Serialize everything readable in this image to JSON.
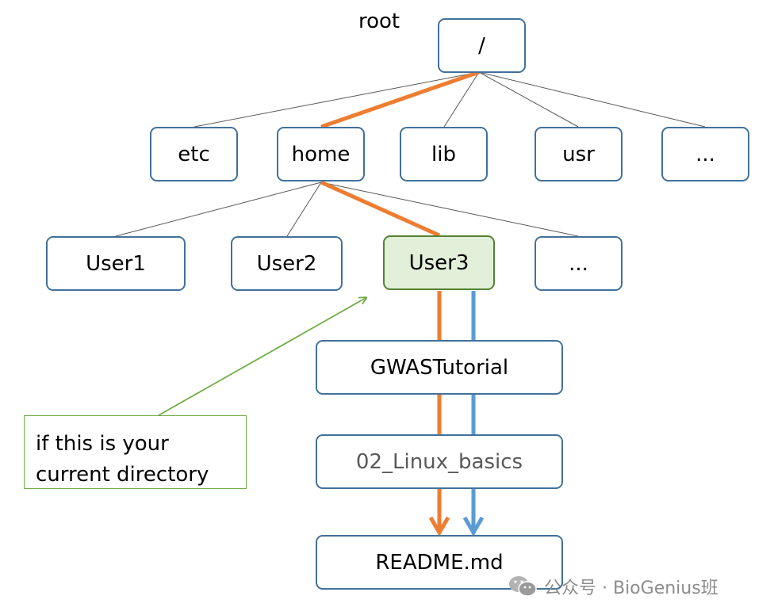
{
  "diagram": {
    "root_label": "root",
    "root_node": "/",
    "level1": [
      "etc",
      "home",
      "lib",
      "usr",
      "..."
    ],
    "level2": [
      "User1",
      "User2",
      "User3",
      "..."
    ],
    "chain": [
      "GWASTutorial",
      "02_Linux_basics",
      "README.md"
    ],
    "callout_lines": [
      "if this is your",
      "current directory"
    ],
    "colors": {
      "node_border": "#41719c",
      "current_fill": "#e2efd9",
      "absolute_path": "#ed7d31",
      "relative_path": "#5b9bd5",
      "callout": "#70ad47"
    }
  },
  "watermark": {
    "icon": "wechat-icon",
    "text": "公众号 · BioGenius班"
  }
}
